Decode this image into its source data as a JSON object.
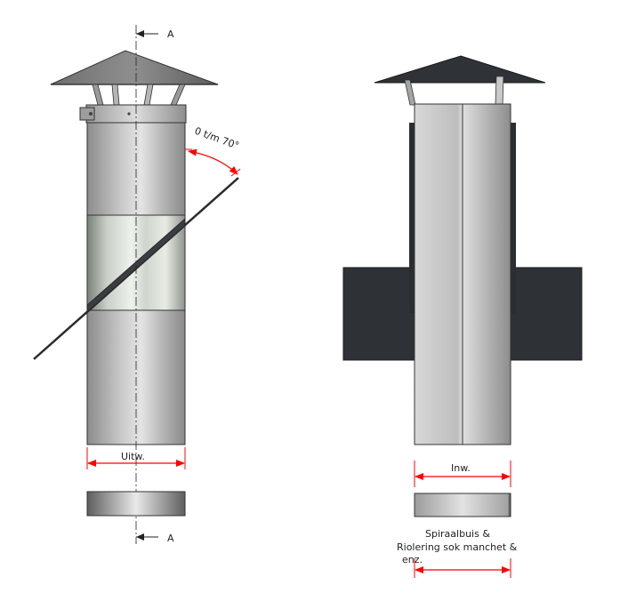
{
  "left_view": {
    "section_marker_top": "A",
    "section_marker_bottom": "A",
    "angle_label": "0 t/m 70°",
    "width_label": "Uitw."
  },
  "right_view": {
    "width_label": "Inw.",
    "note_line1": "Spiraalbuis &",
    "note_line2": "Riolering sok manchet &",
    "note_line3": "enz."
  },
  "colors": {
    "dimension": "#ff0000",
    "steel": "#a8a8a8",
    "dark_panel": "#2e3136",
    "outline": "#333333"
  }
}
